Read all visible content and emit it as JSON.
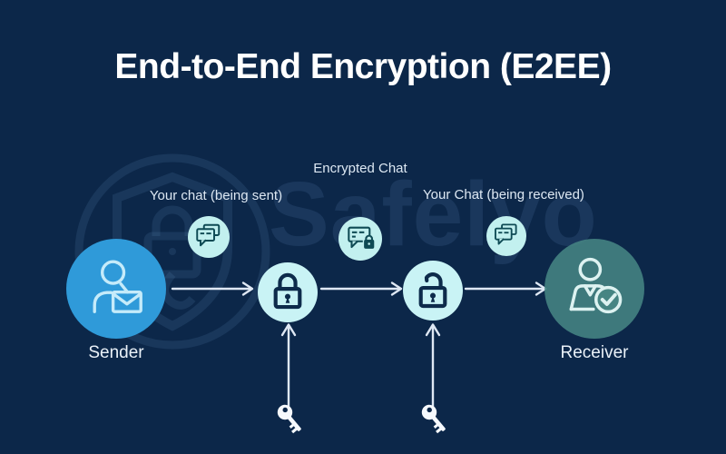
{
  "title": "End-to-End Encryption (E2EE)",
  "watermark": {
    "brand": "Safelyo",
    "logo": "shield-lock-logo"
  },
  "diagram": {
    "nodes": [
      {
        "id": "sender",
        "label": "Sender",
        "icon": "person-envelope-icon",
        "color": "#2f9ad9"
      },
      {
        "id": "encrypted-lock",
        "label": "",
        "icon": "padlock-closed-icon",
        "color": "#c9f3f5"
      },
      {
        "id": "decrypted-lock",
        "label": "",
        "icon": "padlock-open-icon",
        "color": "#c9f3f5"
      },
      {
        "id": "receiver",
        "label": "Receiver",
        "icon": "person-check-icon",
        "color": "#468583"
      }
    ],
    "annotations": [
      {
        "id": "chat-sent",
        "label": "Your chat (being sent)",
        "icon": "chat-bubbles-icon"
      },
      {
        "id": "encrypted-chat",
        "label": "Encrypted Chat",
        "icon": "chat-lock-icon"
      },
      {
        "id": "chat-received",
        "label": "Your Chat (being received)",
        "icon": "chat-bubbles-icon"
      }
    ],
    "edges": [
      {
        "from": "sender",
        "to": "encrypted-lock",
        "type": "arrow-right"
      },
      {
        "from": "encrypted-lock",
        "to": "decrypted-lock",
        "type": "arrow-right"
      },
      {
        "from": "decrypted-lock",
        "to": "receiver",
        "type": "arrow-right"
      },
      {
        "from": "key-1",
        "to": "encrypted-lock",
        "type": "arrow-up"
      },
      {
        "from": "key-2",
        "to": "decrypted-lock",
        "type": "arrow-up"
      }
    ],
    "keys": [
      {
        "id": "key-1",
        "icon": "key-icon"
      },
      {
        "id": "key-2",
        "icon": "key-icon"
      }
    ]
  },
  "colors": {
    "background": "#0c2749",
    "title_text": "#ffffff",
    "label_text": "#eaf1f8",
    "sender_circle": "#2f9ad9",
    "receiver_circle": "#468583",
    "badge_circle": "#c2f0ef",
    "lock_stroke": "#0d2b4b",
    "chat_stroke": "#0e4a54",
    "arrow": "#dfe8f4",
    "key_fill": "#f6f9fd",
    "watermark": "rgba(122,170,226,0.13)"
  }
}
